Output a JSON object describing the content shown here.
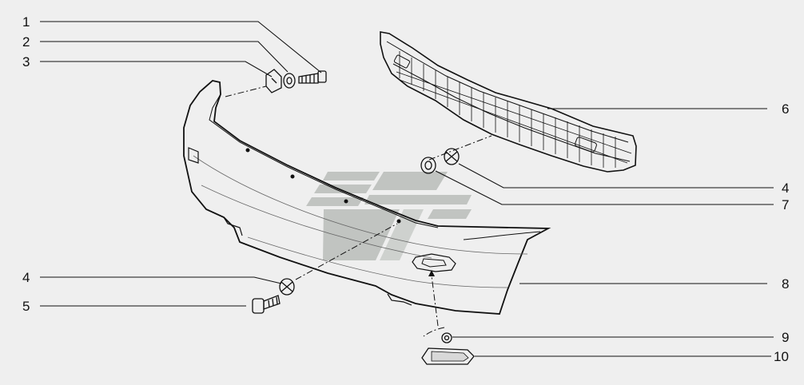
{
  "callouts": {
    "c1": "1",
    "c2": "2",
    "c3": "3",
    "c4a": "4",
    "c5": "5",
    "c6": "6",
    "c4b": "4",
    "c7": "7",
    "c8": "8",
    "c9": "9",
    "c10": "10"
  },
  "colors": {
    "background": "#efefef",
    "line": "#111111",
    "watermark": "#b9bdb9"
  }
}
